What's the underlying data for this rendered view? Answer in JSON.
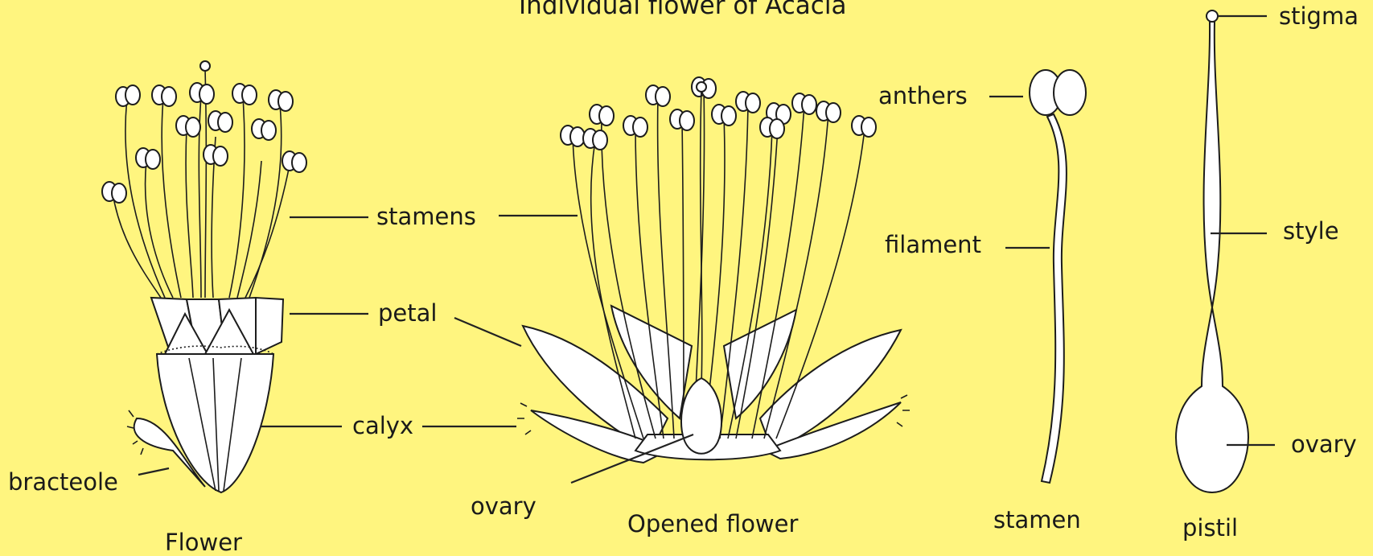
{
  "title": "Individual flower of Acacia",
  "colors": {
    "background": "#FFF57F",
    "ink": "#1a1a1a",
    "parts": "#ffffff"
  },
  "labels": {
    "stamens": "stamens",
    "petal": "petal",
    "calyx": "calyx",
    "bracteole": "bracteole",
    "ovary_opened": "ovary",
    "anthers": "anthers",
    "filament": "filament",
    "stigma": "stigma",
    "style": "style",
    "ovary_pistil": "ovary"
  },
  "captions": {
    "flower": "Flower",
    "opened_flower": "Opened flower",
    "stamen": "stamen",
    "pistil": "pistil"
  }
}
